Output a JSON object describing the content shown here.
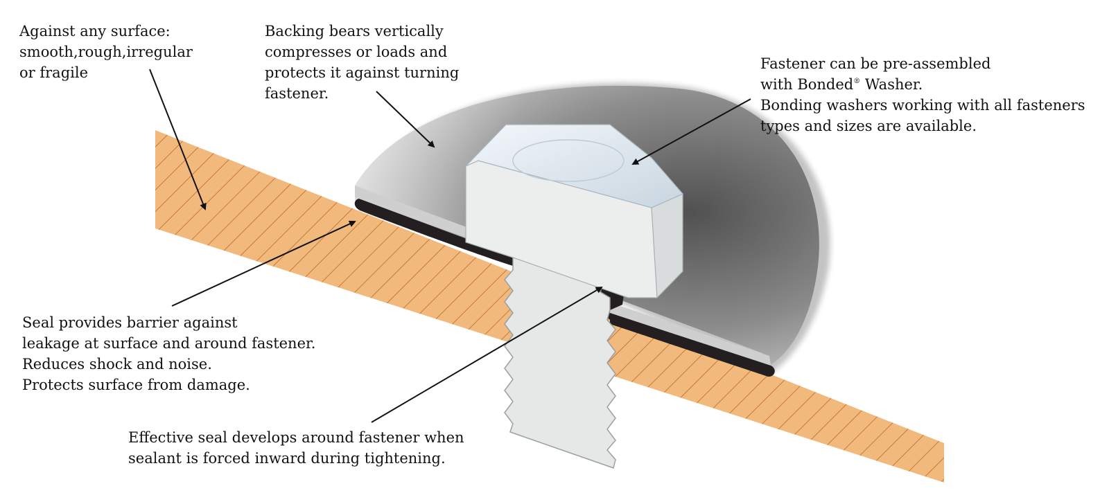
{
  "labels": {
    "surface": {
      "lines": [
        "Against any surface:",
        "smooth,rough,irregular",
        "or fragile"
      ]
    },
    "backing": {
      "lines": [
        "Backing bears vertically",
        "compresses or loads and",
        "protects it against turning",
        "fastener."
      ]
    },
    "fastener": {
      "line1": "Fastener can be pre-assembled",
      "line2_pre": "with Bonded",
      "line2_mark": "®",
      "line2_post": " Washer.",
      "line3": "Bonding washers working with all fasteners",
      "line4": "types and sizes are available."
    },
    "seal": {
      "lines": [
        "Seal provides barrier against",
        "leakage at surface and around fastener.",
        "Reduces shock and noise.",
        "Protects surface from damage."
      ]
    },
    "effective": {
      "lines": [
        "Effective seal develops around fastener when",
        "sealant is forced inward during tightening."
      ]
    }
  },
  "colors": {
    "surface_fill": "#f2b97c",
    "hatch": "#c8793a",
    "seal": "#231f20",
    "washer_light": "#d9d9d9",
    "washer_dark": "#6f6f6f",
    "bolt": "#e4e6e6",
    "bolt_head_top": "#dfe9f1",
    "arrow": "#111111"
  }
}
